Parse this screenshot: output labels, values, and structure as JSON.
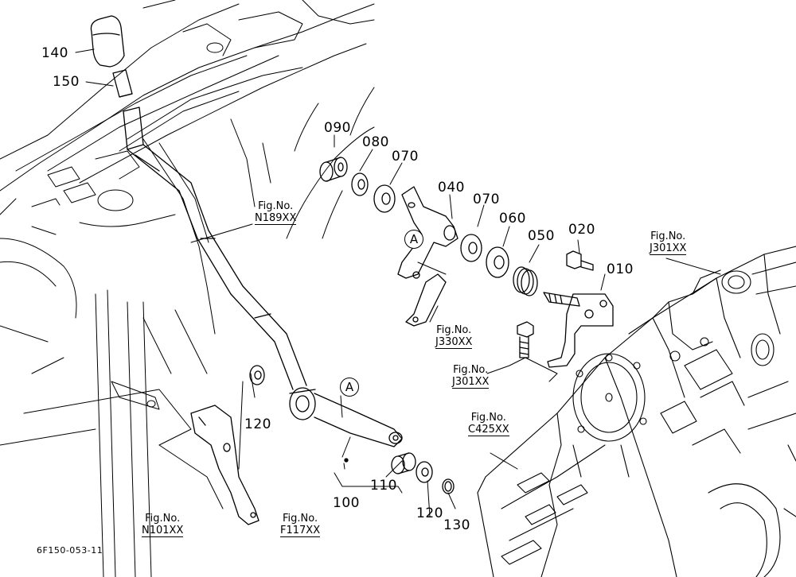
{
  "parts": {
    "p140": "140",
    "p150": "150",
    "p090": "090",
    "p080": "080",
    "p070a": "070",
    "p040": "040",
    "p070b": "070",
    "p060": "060",
    "p050": "050",
    "p020": "020",
    "p010": "010",
    "p120a": "120",
    "p110": "110",
    "p100": "100",
    "p120b": "120",
    "p130": "130"
  },
  "figure_refs": {
    "n189": {
      "label": "Fig.No.",
      "code": "N189XX"
    },
    "j301_top": {
      "label": "Fig.No.",
      "code": "J301XX"
    },
    "j330": {
      "label": "Fig.No.",
      "code": "J330XX"
    },
    "j301_mid": {
      "label": "Fig.No.",
      "code": "J301XX"
    },
    "c425": {
      "label": "Fig.No.",
      "code": "C425XX"
    },
    "n101": {
      "label": "Fig.No.",
      "code": "N101XX"
    },
    "f117": {
      "label": "Fig.No.",
      "code": "F117XX"
    }
  },
  "callouts": {
    "a1": "A",
    "a2": "A"
  },
  "drawing_code": "6F150-053-11"
}
